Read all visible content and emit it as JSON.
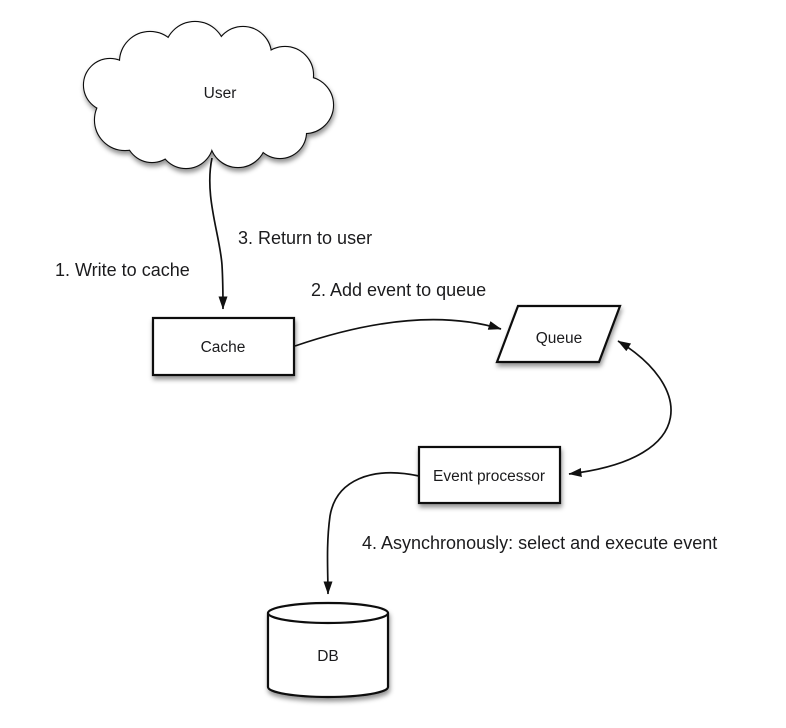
{
  "diagram": {
    "nodes": {
      "user": {
        "label": "User",
        "shape": "cloud"
      },
      "cache": {
        "label": "Cache",
        "shape": "rectangle"
      },
      "queue": {
        "label": "Queue",
        "shape": "parallelogram"
      },
      "event_processor": {
        "label": "Event processor",
        "shape": "rectangle"
      },
      "db": {
        "label": "DB",
        "shape": "cylinder"
      }
    },
    "edge_labels": {
      "step1": "1. Write to cache",
      "step2": "2. Add event to queue",
      "step3": "3. Return to user",
      "step4": "4. Asynchronously: select and execute event"
    },
    "edges": [
      {
        "from": "user",
        "to": "cache",
        "direction": "one-way",
        "labels": [
          "step1",
          "step3"
        ]
      },
      {
        "from": "cache",
        "to": "queue",
        "direction": "one-way",
        "labels": [
          "step2"
        ]
      },
      {
        "from": "queue",
        "to": "event_processor",
        "direction": "two-way",
        "labels": []
      },
      {
        "from": "event_processor",
        "to": "db",
        "direction": "one-way",
        "labels": [
          "step4"
        ]
      }
    ],
    "colors": {
      "background": "#ffffff",
      "stroke": "#111111",
      "shape_fill": "#ffffff",
      "text": "#1b1b1d"
    }
  }
}
